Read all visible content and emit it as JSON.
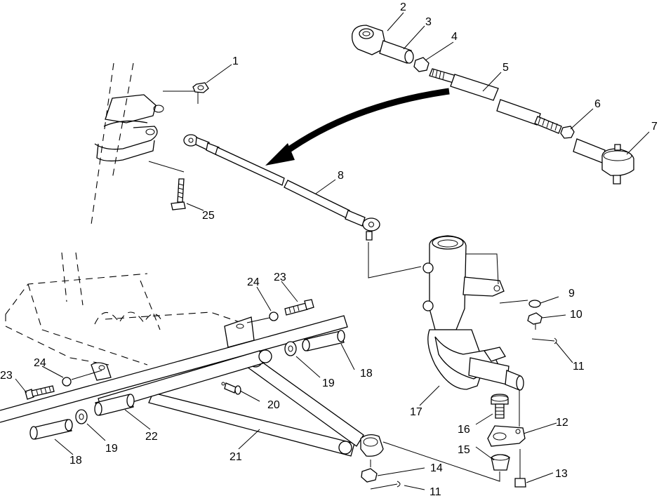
{
  "callouts": {
    "c1": "1",
    "c2": "2",
    "c3": "3",
    "c4": "4",
    "c5": "5",
    "c6": "6",
    "c7": "7",
    "c8": "8",
    "c9": "9",
    "c10": "10",
    "c11a": "11",
    "c11b": "11",
    "c12": "12",
    "c13": "13",
    "c14": "14",
    "c15": "15",
    "c16": "16",
    "c17": "17",
    "c18a": "18",
    "c18b": "18",
    "c19a": "19",
    "c19b": "19",
    "c20": "20",
    "c21": "21",
    "c22": "22",
    "c23a": "23",
    "c23b": "23",
    "c24a": "24",
    "c24b": "24",
    "c25": "25"
  }
}
